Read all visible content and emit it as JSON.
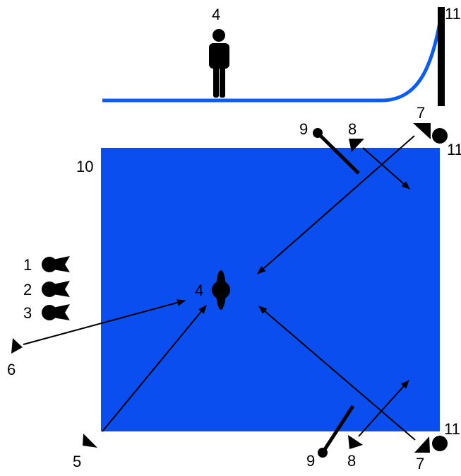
{
  "colors": {
    "field": "#0a4ef0",
    "curve": "#0a5cf5",
    "ink": "#000000",
    "background": "#ffffff"
  },
  "side_view": {
    "person_label": "4",
    "wall_label": "11"
  },
  "top_view": {
    "court_label": "10",
    "center_label": "4",
    "bench_labels": [
      "1",
      "2",
      "3"
    ],
    "left_labels": [
      "5",
      "6"
    ],
    "top_right_labels": [
      "9",
      "8",
      "7",
      "11"
    ],
    "bottom_right_labels": [
      "9",
      "8",
      "7",
      "11"
    ]
  }
}
